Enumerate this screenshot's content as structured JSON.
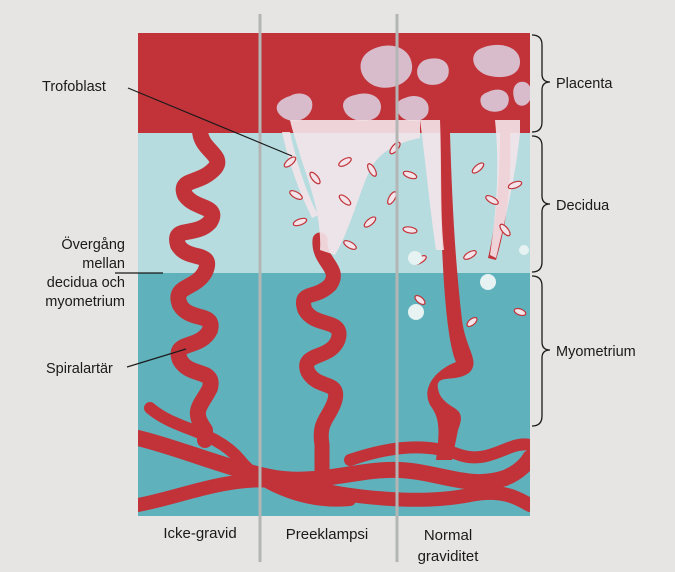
{
  "colors": {
    "background": "#e6e5e3",
    "placenta_blood": "#c23339",
    "decidua": "#b6dcdf",
    "myometrium": "#5fb1bc",
    "vessel": "#c23339",
    "villi": "#d9bccb",
    "trophoblast_cell": "#f3e4ea",
    "divider": "#b4b6b5",
    "label_lines": "#1a1a1a"
  },
  "labels": {
    "trofoblast": "Trofoblast",
    "transition_line1": "Övergång",
    "transition_line2": "mellan",
    "transition_line3": "decidua och",
    "transition_line4": "myometrium",
    "spiral": "Spiralartär"
  },
  "layers": {
    "placenta": "Placenta",
    "decidua": "Decidua",
    "myometrium": "Myometrium"
  },
  "panels": {
    "non_pregnant": "Icke-gravid",
    "preeclampsia": "Preeklampsi",
    "normal_line1": "Normal",
    "normal_line2": "graviditet"
  }
}
